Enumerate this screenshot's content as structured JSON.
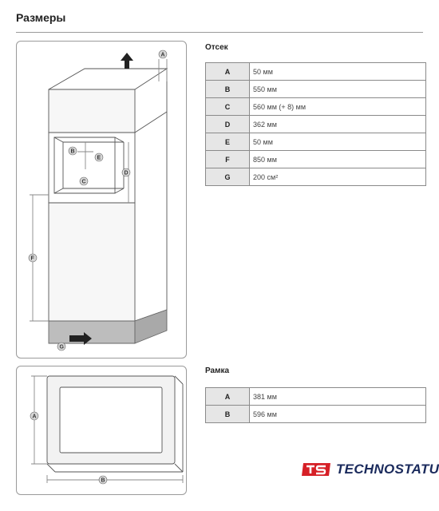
{
  "page": {
    "title": "Размеры"
  },
  "compartment": {
    "title": "Отсек",
    "rows": [
      {
        "key": "A",
        "value": "50 мм"
      },
      {
        "key": "B",
        "value": "550 мм"
      },
      {
        "key": "C",
        "value": "560 мм (+ 8) мм"
      },
      {
        "key": "D",
        "value": "362 мм"
      },
      {
        "key": "E",
        "value": "50 мм"
      },
      {
        "key": "F",
        "value": "850 мм"
      },
      {
        "key": "G",
        "value": "200 см²"
      }
    ]
  },
  "frame": {
    "title": "Рамка",
    "rows": [
      {
        "key": "A",
        "value": "381 мм"
      },
      {
        "key": "B",
        "value": "596 мм"
      }
    ]
  },
  "diagram_labels": {
    "compartment": [
      "A",
      "B",
      "C",
      "D",
      "E",
      "F",
      "G"
    ],
    "frame": [
      "A",
      "B"
    ]
  },
  "logo": {
    "text": "TECHNOSTATUS",
    "mark": "ts",
    "color": "#d62027"
  }
}
